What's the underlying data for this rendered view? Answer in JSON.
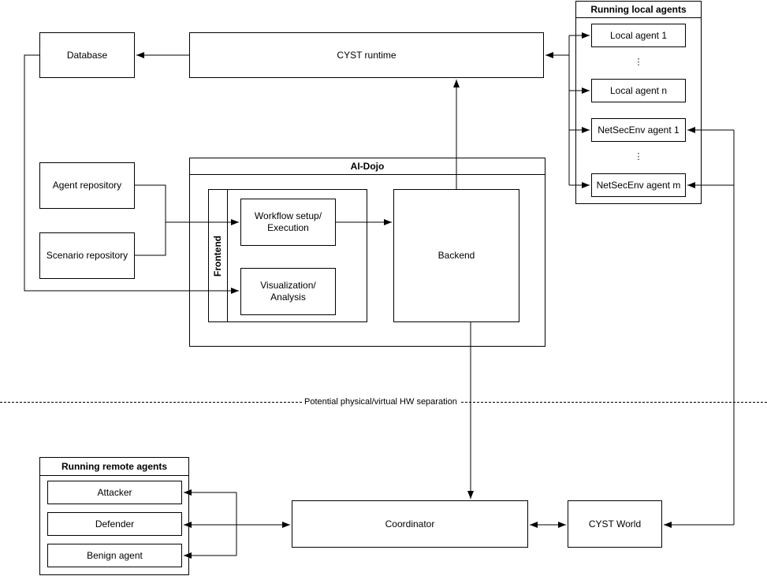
{
  "diagram": {
    "nodes": {
      "database": "Database",
      "cyst_runtime": "CYST runtime",
      "agent_repository": "Agent repository",
      "scenario_repository": "Scenario repository",
      "ai_dojo": "AI-Dojo",
      "frontend": "Frontend",
      "workflow": "Workflow setup/\nExecution",
      "visualization": "Visualization/\nAnalysis",
      "backend": "Backend",
      "coordinator": "Coordinator",
      "cyst_world": "CYST World"
    },
    "local_agents": {
      "title": "Running local agents",
      "items": [
        "Local agent 1",
        "Local agent n",
        "NetSecEnv agent 1",
        "NetSecEnv agent m"
      ],
      "ellipsis": "⋮"
    },
    "remote_agents": {
      "title": "Running remote agents",
      "items": [
        "Attacker",
        "Defender",
        "Benign agent"
      ]
    },
    "separator": {
      "label": "Potential physical/virtual HW separation"
    }
  }
}
